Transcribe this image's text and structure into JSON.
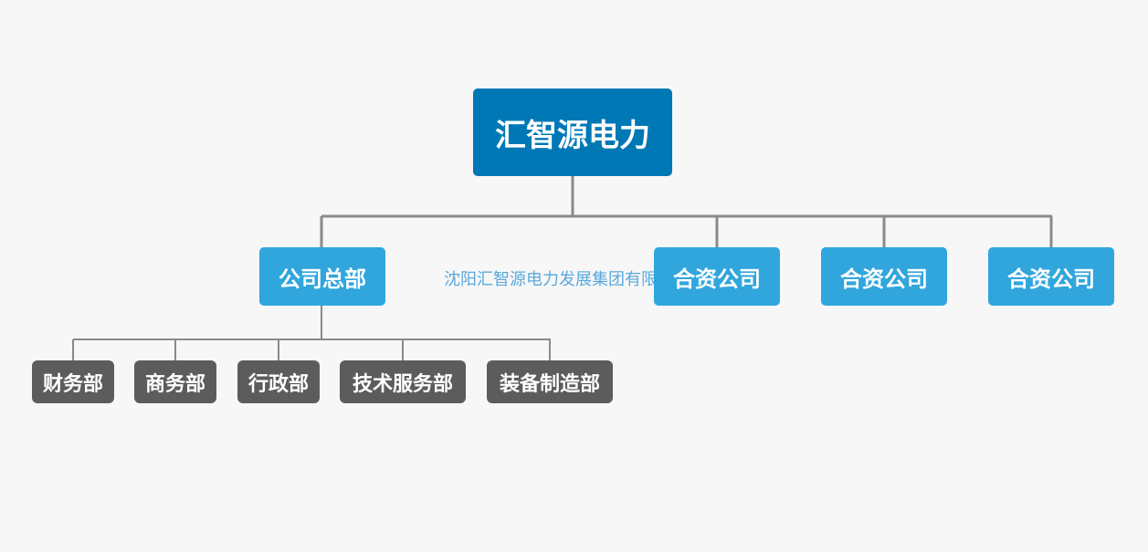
{
  "root": {
    "label": "汇智源电力"
  },
  "level1": [
    {
      "label": "公司总部"
    },
    {
      "label": "合资公司"
    },
    {
      "label": "合资公司"
    },
    {
      "label": "合资公司"
    }
  ],
  "departments": [
    {
      "label": "财务部"
    },
    {
      "label": "商务部"
    },
    {
      "label": "行政部"
    },
    {
      "label": "技术服务部"
    },
    {
      "label": "装备制造部"
    }
  ],
  "watermark": "沈阳汇智源电力发展集团有限公司",
  "colors": {
    "background": "#f7f7f7",
    "root": "#0078b5",
    "level1": "#30a6dd",
    "department": "#5c5c5c",
    "connector": "#8a8a8a",
    "watermark": "#5aa9dc"
  }
}
